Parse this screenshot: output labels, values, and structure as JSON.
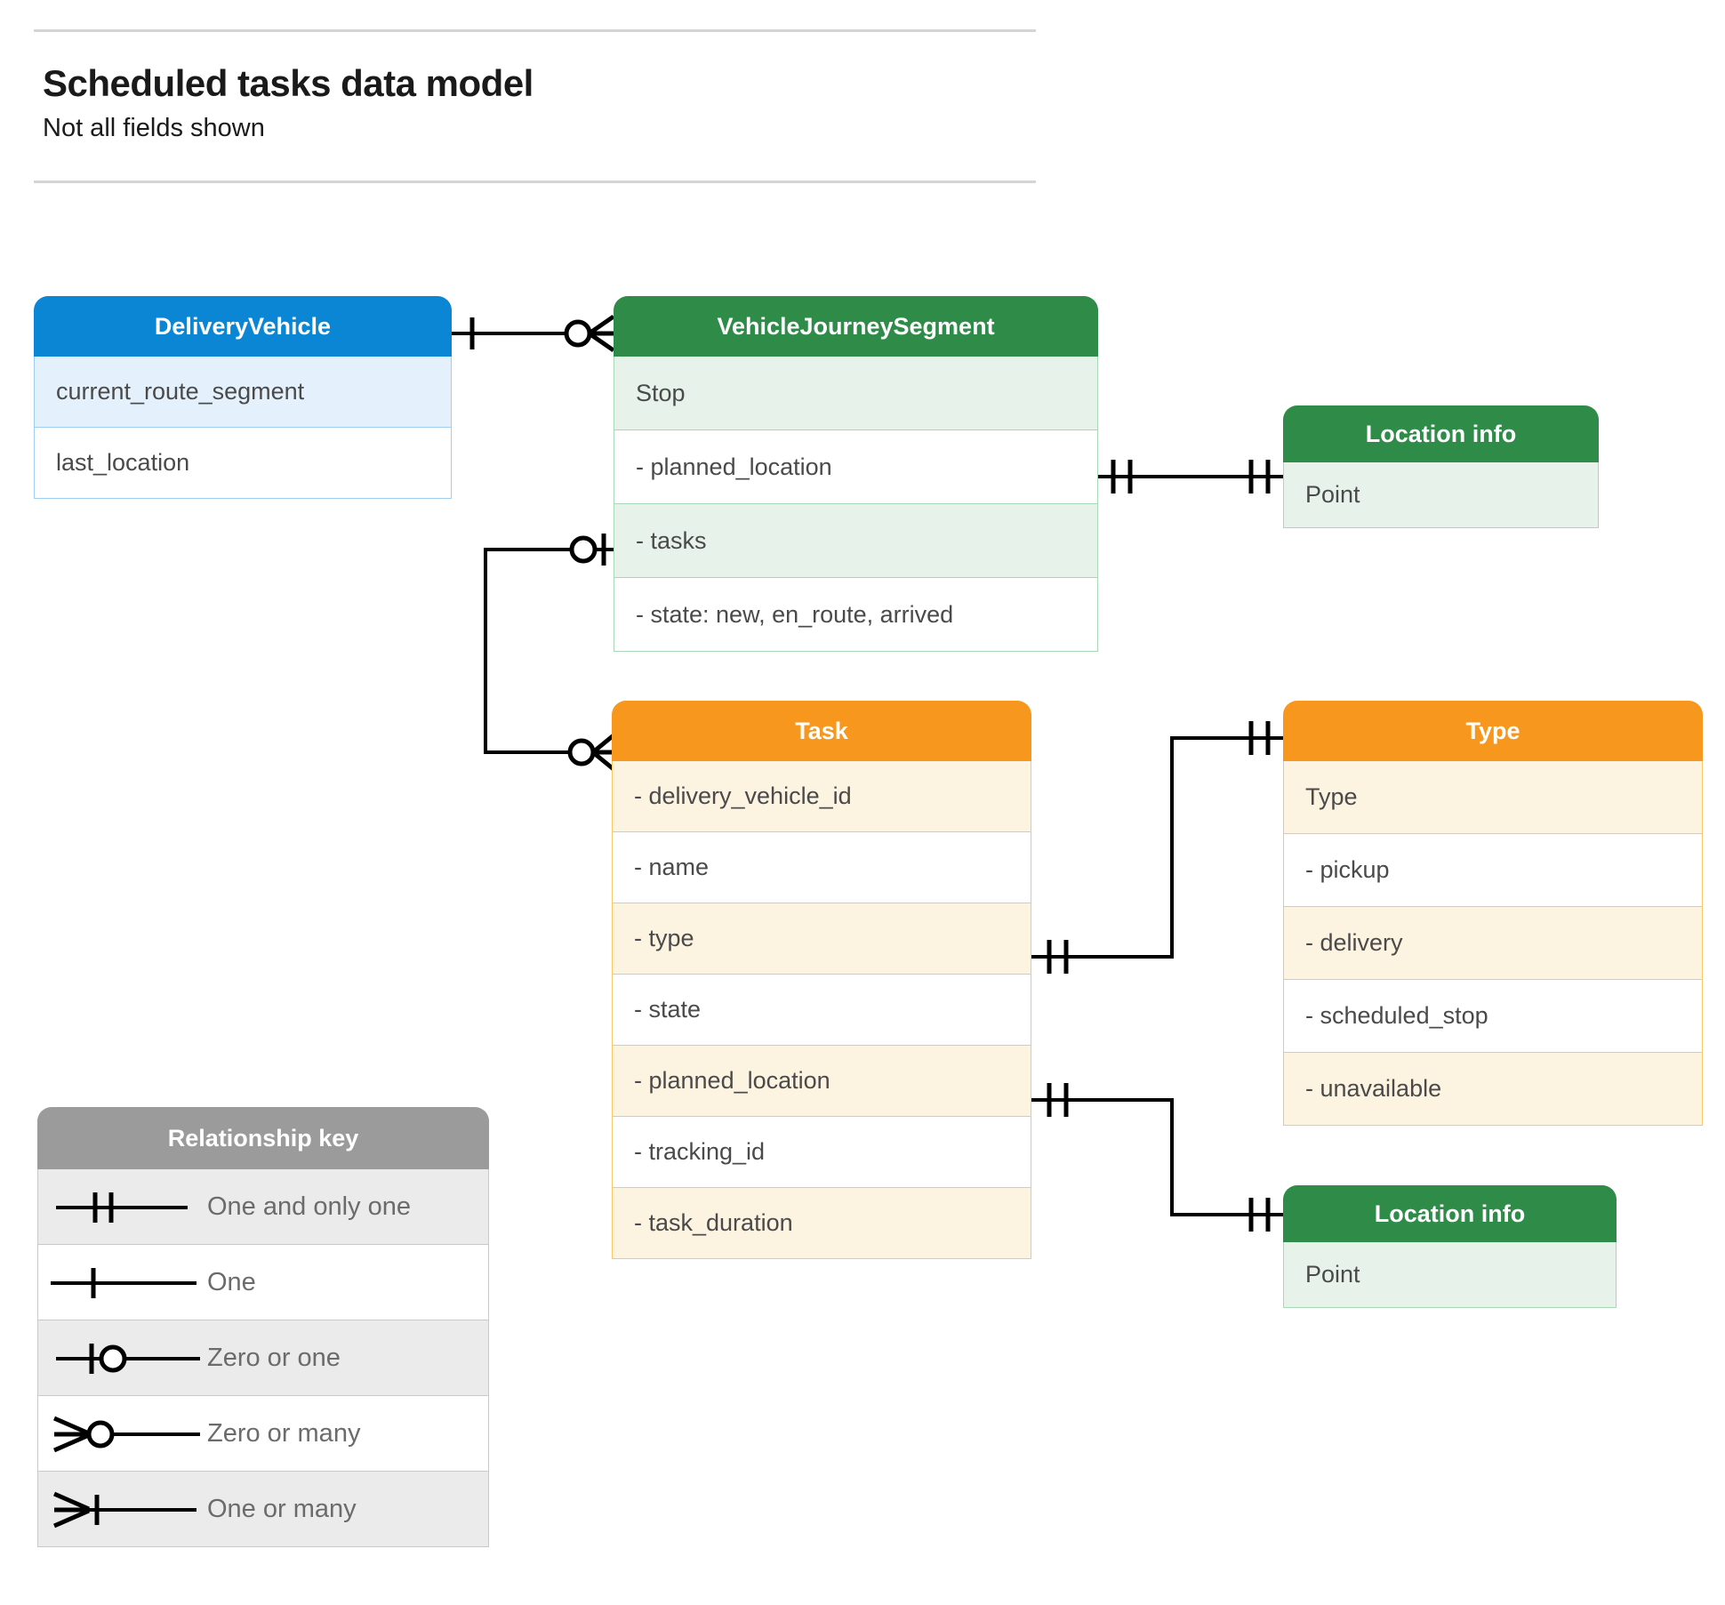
{
  "header": {
    "title": "Scheduled tasks data model",
    "subtitle": "Not all fields shown"
  },
  "colors": {
    "blue_header": "#0b86d5",
    "blue_tint": "#e4f1fd",
    "blue_border": "#9fd0f2",
    "green_header": "#2f8b48",
    "green_tint": "#e7f3ea",
    "green_border": "#a9d8b6",
    "orange_header": "#f7971d",
    "orange_tint": "#fdf3e1",
    "orange_border": "#fbc866",
    "gray_header": "#9b9b9b",
    "gray_tint": "#ebebeb",
    "line": "#000000",
    "rule": "#d5d5d5"
  },
  "entities": {
    "delivery_vehicle": {
      "title": "DeliveryVehicle",
      "rows": [
        "current_route_segment",
        "last_location"
      ]
    },
    "vehicle_journey_segment": {
      "title": "VehicleJourneySegment",
      "rows": [
        "Stop",
        "-  planned_location",
        "- tasks",
        "- state: new, en_route, arrived"
      ]
    },
    "location_info_top": {
      "title": "Location info",
      "rows": [
        "Point"
      ]
    },
    "task": {
      "title": "Task",
      "rows": [
        "- delivery_vehicle_id",
        "- name",
        "- type",
        "- state",
        "- planned_location",
        "- tracking_id",
        "- task_duration"
      ]
    },
    "type": {
      "title": "Type",
      "rows": [
        "Type",
        "-   pickup",
        "-   delivery",
        "-   scheduled_stop",
        "-   unavailable"
      ]
    },
    "location_info_bottom": {
      "title": "Location info",
      "rows": [
        "Point"
      ]
    }
  },
  "legend": {
    "title": "Relationship key",
    "items": [
      {
        "symbol": "one-and-only-one",
        "label": "One and only one"
      },
      {
        "symbol": "one",
        "label": "One"
      },
      {
        "symbol": "zero-or-one",
        "label": "Zero or one"
      },
      {
        "symbol": "zero-or-many",
        "label": "Zero or many"
      },
      {
        "symbol": "one-or-many",
        "label": "One or many"
      }
    ]
  },
  "relationships": [
    {
      "from": "DeliveryVehicle",
      "to": "VehicleJourneySegment",
      "from_cardinality": "one",
      "to_cardinality": "zero-or-many"
    },
    {
      "from": "VehicleJourneySegment.planned_location",
      "to": "Location info",
      "from_cardinality": "one-and-only-one",
      "to_cardinality": "one-and-only-one"
    },
    {
      "from": "VehicleJourneySegment.tasks",
      "to": "Task",
      "from_cardinality": "zero-or-one",
      "to_cardinality": "zero-or-many"
    },
    {
      "from": "Task.type",
      "to": "Type",
      "from_cardinality": "one-and-only-one",
      "to_cardinality": "one-and-only-one"
    },
    {
      "from": "Task.planned_location",
      "to": "Location info",
      "from_cardinality": "one-and-only-one",
      "to_cardinality": "one-and-only-one"
    }
  ]
}
